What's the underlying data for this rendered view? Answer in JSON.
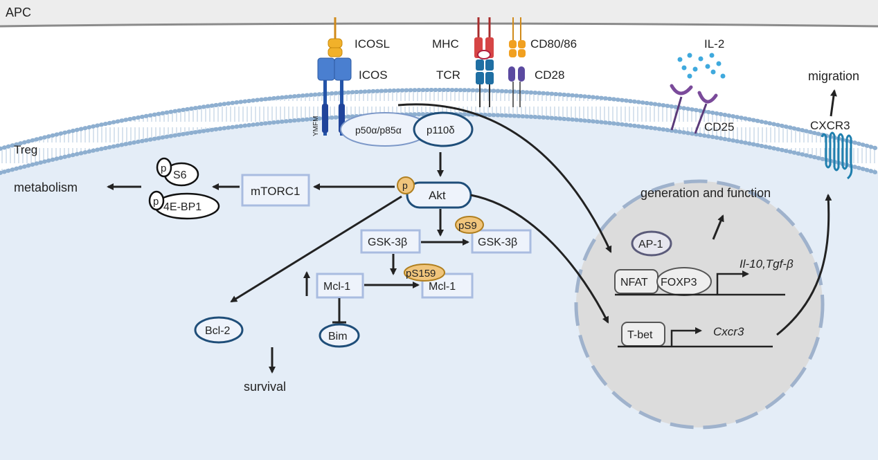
{
  "cells": {
    "apc": "APC",
    "treg": "Treg"
  },
  "receptors": {
    "icosl": "ICOSL",
    "icos": "ICOS",
    "ymfm": "YMFM",
    "mhc": "MHC",
    "tcr": "TCR",
    "cd80_86": "CD80/86",
    "cd28": "CD28",
    "il2": "IL-2",
    "cd25": "CD25",
    "cxcr3": "CXCR3"
  },
  "pi3k": {
    "p50_p85": "p50α/p85α",
    "p110": "p110δ"
  },
  "nodes": {
    "akt": "Akt",
    "p": "p",
    "mtorc1": "mTORC1",
    "s6": "S6",
    "four_ebp1": "4E-BP1",
    "metabolism": "metabolism",
    "gsk3b": "GSK-3β",
    "ps9": "pS9",
    "mcl1": "Mcl-1",
    "ps159": "pS159",
    "bim": "Bim",
    "bcl2": "Bcl-2",
    "survival": "survival"
  },
  "nucleus": {
    "ap1": "AP-1",
    "nfat": "NFAT",
    "foxp3": "FOXP3",
    "genes1": "Il-10,Tgf-β",
    "tbet": "T-bet",
    "cxcr3_gene": "Cxcr3",
    "generation": "generation and function"
  },
  "outcomes": {
    "migration": "migration"
  },
  "colors": {
    "membrane": "#b7cfe3",
    "cytoplasm": "#e4edf7",
    "nucleus": "#dcdcdc",
    "node_border": "#a9bce0",
    "dark_blue": "#1f4e79"
  }
}
